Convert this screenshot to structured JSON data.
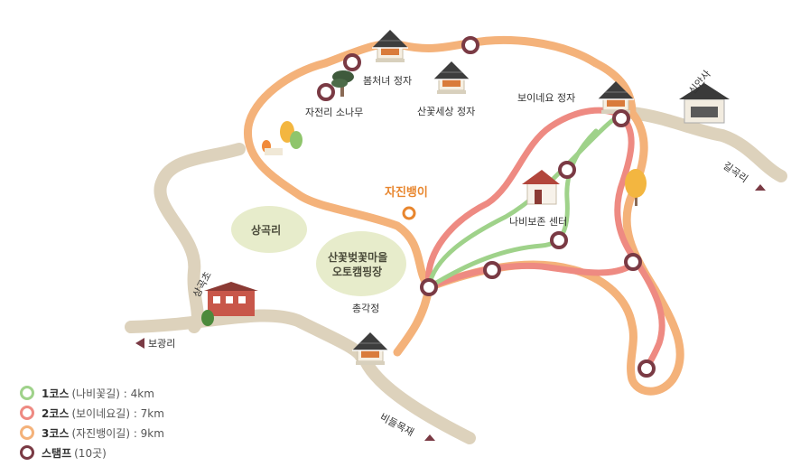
{
  "colors": {
    "road": "#ddd2bc",
    "course1": "#9fd28a",
    "course2": "#ee8a82",
    "course3": "#f4b27a",
    "stamp": "#7a3a44",
    "village_fill": "#e7eccb",
    "accent": "#e8862e"
  },
  "places": {
    "bomcheonyeo": "봄처녀 정자",
    "jajeonri_pine": "자전리 소나무",
    "sankkotsesang": "산꽃세상 정자",
    "boinaeyo": "보이네요 정자",
    "sinansa": "신안사",
    "gilgokri": "길곡리",
    "jajinbaengi": "자진뱅이",
    "nabi_center": "나비보존 센터",
    "sanggokri": "상곡리",
    "camping_line1": "산꽃벚꽃마을",
    "camping_line2": "오토캠핑장",
    "sanggok_school": "상곡초",
    "chonggakjeong": "총각정",
    "bogwangri": "보광리",
    "bideulmokjae": "비들목재"
  },
  "legend": [
    {
      "name": "1코스",
      "note": "(나비꽃길) : 4km",
      "icon": "course1-ring-icon",
      "color": "#9fd28a"
    },
    {
      "name": "2코스",
      "note": "(보이네요길) : 7km",
      "icon": "course2-ring-icon",
      "color": "#ee8a82"
    },
    {
      "name": "3코스",
      "note": "(자진뱅이길) : 9km",
      "icon": "course3-ring-icon",
      "color": "#f4b27a"
    },
    {
      "name": "스탬프",
      "note": "(10곳)",
      "icon": "stamp-ring-icon",
      "color": "#7a3a44"
    }
  ]
}
